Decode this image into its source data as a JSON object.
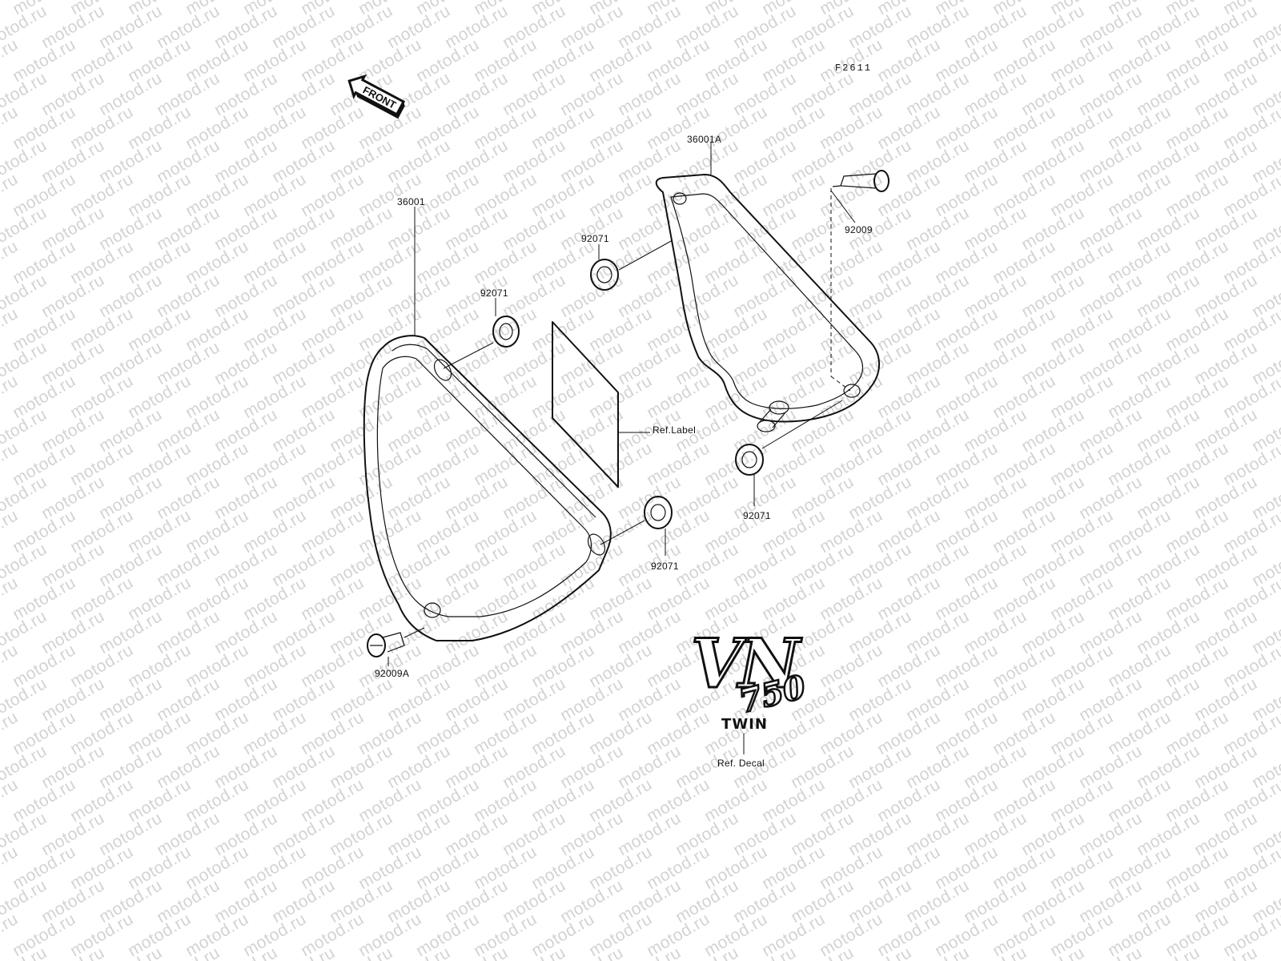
{
  "diagram_code": "F2611",
  "watermark_text": "motod.ru",
  "front_arrow_label": "FRONT",
  "colors": {
    "ink": "#111111",
    "watermark": "#d3d3d3",
    "background": "#ffffff"
  },
  "callouts": {
    "right_cover": "36001A",
    "left_cover": "36001",
    "right_bolt": "92009",
    "left_bolt": "92009A",
    "grommet_upper_right": "92071",
    "grommet_upper_left": "92071",
    "grommet_lower_right": "92071",
    "grommet_lower_center": "92071",
    "label_ref": "Ref.Label",
    "decal_ref": "Ref. Decal"
  },
  "decal": {
    "model": "VN",
    "number": "750",
    "variant": "TWIN"
  }
}
